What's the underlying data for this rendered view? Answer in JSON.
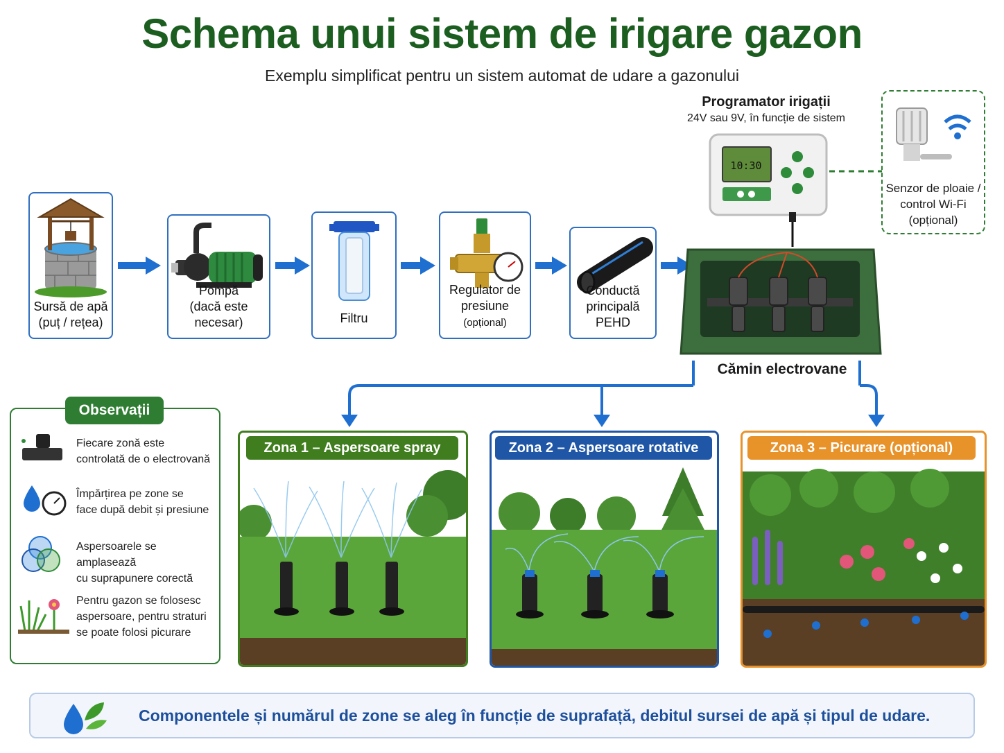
{
  "header": {
    "title": "Schema unui sistem de irigare gazon",
    "subtitle": "Exemplu simplificat pentru un sistem automat de udare a gazonului"
  },
  "components": {
    "source": {
      "line1": "Sursă de apă",
      "line2": "(puț / rețea)"
    },
    "pump": {
      "line1": "Pompă",
      "line2": "(dacă este necesar)"
    },
    "filter": {
      "line1": "Filtru"
    },
    "regulator": {
      "line1": "Regulator de",
      "line2": "presiune",
      "line2b": "(opțional)"
    },
    "pipe": {
      "line1": "Conductă",
      "line2": "principală PEHD"
    }
  },
  "controller": {
    "title": "Programator irigații",
    "subtitle": "24V sau 9V, în funcție de sistem",
    "display_time": "10:30"
  },
  "sensor": {
    "line1": "Senzor de ploaie /",
    "line2": "control Wi-Fi",
    "line3": "(opțional)"
  },
  "valve_box": {
    "label": "Cămin electrovane"
  },
  "notes": {
    "title": "Observații",
    "items": [
      {
        "l1": "Fiecare zonă este",
        "l2": "controlată de o electrovană"
      },
      {
        "l1": "Împărțirea pe zone se",
        "l2": "face după debit și presiune"
      },
      {
        "l1": "Aspersoarele se amplasează",
        "l2": "cu suprapunere corectă"
      },
      {
        "l1": "Pentru gazon se folosesc",
        "l2": "aspersoare, pentru straturi",
        "l3": "se poate folosi picurare"
      }
    ]
  },
  "zones": [
    {
      "label": "Zona 1 – Aspersoare spray",
      "color": "#3f7d1e"
    },
    {
      "label": "Zona 2 – Aspersoare rotative",
      "color": "#1f56a6"
    },
    {
      "label": "Zona 3 – Picurare (opțional)",
      "color": "#e8922a"
    }
  ],
  "footer": {
    "text": "Componentele și numărul de zone se aleg în funcție de suprafață, debitul sursei de apă și tipul de udare."
  },
  "colors": {
    "flow_arrow": "#1f6fd1",
    "brand_green": "#1b5e20",
    "card_border": "#2f6fc0"
  }
}
